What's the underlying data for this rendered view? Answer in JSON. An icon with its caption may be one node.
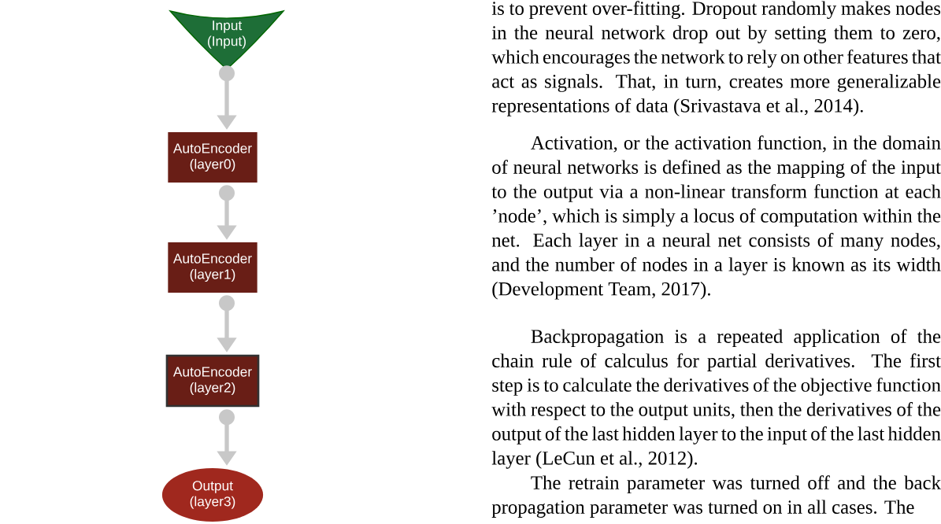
{
  "diagram": {
    "nodes": [
      {
        "text": [
          "Input (Input)"
        ]
      },
      {
        "text": [
          "AutoEncoder (layer0)"
        ]
      },
      {
        "text": [
          "AutoEncoder (layer1)"
        ]
      },
      {
        "text": [
          "AutoEncoder (layer2)"
        ]
      },
      {
        "text": [
          "Output (layer3)"
        ]
      }
    ],
    "edges": [
      {
        "from": 0,
        "to": 1,
        "arrow": "to"
      },
      {
        "from": 1,
        "to": 2,
        "arrow": "to"
      },
      {
        "from": 2,
        "to": 3,
        "arrow": "to"
      },
      {
        "from": 3,
        "to": 4,
        "arrow": "to"
      }
    ],
    "labels": [
      "is to prevent over-fitting. Dropout randomly makes nodes in the neural network drop out by setting them to zero, which encourages the network to rely on other features that act as signals. That, in turn, creates more generalizable representations of data (Srivastava et al., 2014).",
      "Activation, or the activation function, in the domain of neural networks is defined as the mapping of the input to the output via a non-linear transform function at each ’node’, which is simply a locus of computation within the net. Each layer in a neural net consists of many nodes, and the number of nodes in a layer is known as its width (Development Team, 2017).",
      "Backpropagation is a repeated application of the chain rule of calculus for partial derivatives. The first step is to calculate the derivatives of the objective function with respect to the output units, then the derivatives of the output of the last hidden layer to the input of the last hidden layer (LeCun et al., 2012).",
      "The retrain parameter was turned off and the back propagation parameter was turned on in all cases. The"
    ]
  }
}
